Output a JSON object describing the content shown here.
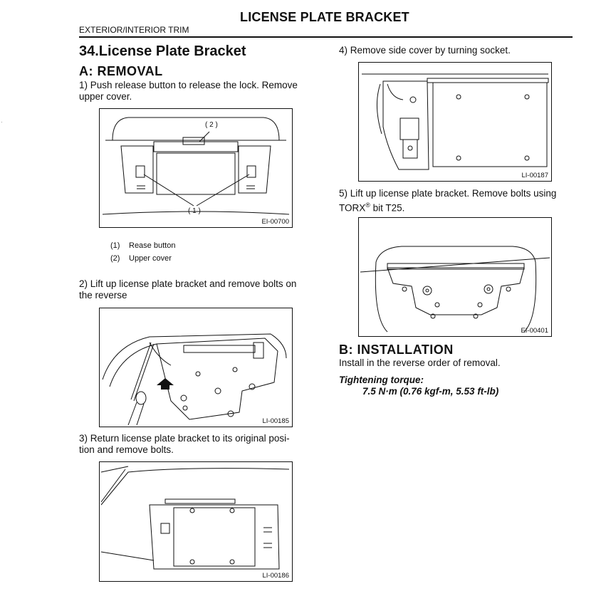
{
  "header": {
    "title": "LICENSE PLATE BRACKET",
    "section": "EXTERIOR/INTERIOR TRIM"
  },
  "heading": "34.License Plate Bracket",
  "removal": {
    "heading": "A:  REMOVAL",
    "step1_line1": "1) Push release button to release the lock. Remove",
    "step1_line2": "upper cover.",
    "fig1": {
      "id": "EI-00700",
      "callout_top": "( 2 )",
      "callout_bottom": "( 1 )",
      "legend": [
        {
          "num": "(1)",
          "text": "Rease button"
        },
        {
          "num": "(2)",
          "text": "Upper cover"
        }
      ]
    },
    "step2_line1": "2) Lift up license plate bracket and remove bolts on",
    "step2_line2": "the reverse",
    "fig2": {
      "id": "LI-00185"
    },
    "step3_line1": "3) Return license plate bracket to its original posi-",
    "step3_line2": "tion and remove bolts.",
    "fig3": {
      "id": "LI-00186"
    },
    "step4": "4) Remove side cover by turning socket.",
    "fig4": {
      "id": "LI-00187"
    },
    "step5_line1": "5) Lift up license plate bracket. Remove bolts using",
    "step5_line2_a": "TORX",
    "step5_line2_sup": "®",
    "step5_line2_b": " bit T25.",
    "fig5": {
      "id": "EI-00401"
    }
  },
  "installation": {
    "heading": "B:  INSTALLATION",
    "text": "Install in the reverse order of removal.",
    "torque_label": "Tightening torque:",
    "torque_value": "7.5 N·m (0.76 kgf-m, 5.53 ft-lb)"
  },
  "margin_mark": "·"
}
